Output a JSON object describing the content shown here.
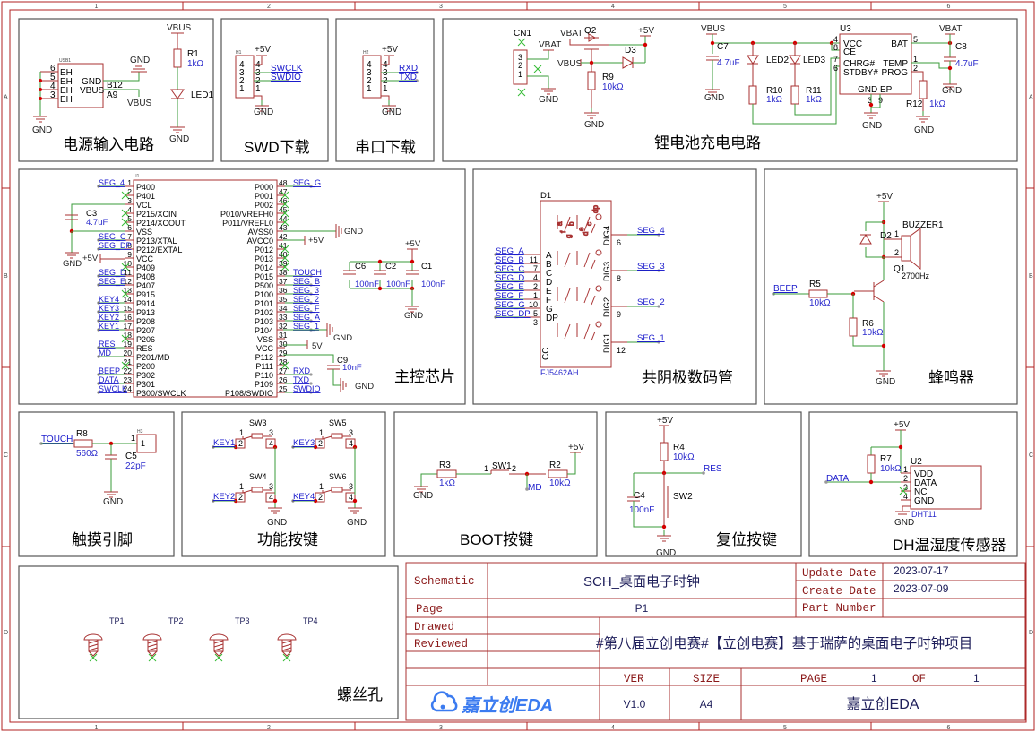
{
  "frame": {
    "col_labels": [
      "1",
      "2",
      "3",
      "4",
      "5",
      "6"
    ],
    "row_labels": [
      "A",
      "B",
      "C",
      "D"
    ]
  },
  "colors": {
    "border": "#b22222",
    "wire": "#3a9b3a",
    "net_label": "#1a1acc",
    "component": "#a83232",
    "text": "#000000",
    "junction": "#d40000",
    "noconnect": "#33bb33",
    "value_text": "#2a2acc"
  },
  "sections": {
    "power_input": {
      "title": "电源输入电路",
      "usb_ref": "USB1",
      "usb_pins_left": [
        {
          "num": "6",
          "name": "EH"
        },
        {
          "num": "5",
          "name": "EH"
        },
        {
          "num": "4",
          "name": "EH"
        },
        {
          "num": "3",
          "name": "EH"
        }
      ],
      "usb_pins_right": [
        {
          "name": "GND",
          "num": "B12"
        },
        {
          "name": "VBUS",
          "num": "A9"
        }
      ],
      "gnd": "GND",
      "vbus": "VBUS",
      "r1_ref": "R1",
      "r1_val": "1kΩ",
      "led_ref": "LED1"
    },
    "swd": {
      "title": "SWD下载",
      "header_ref": "H1",
      "pins": [
        "4",
        "3",
        "2",
        "1"
      ],
      "nets": [
        "SWCLK",
        "SWDIO"
      ],
      "pwr": "+5V",
      "gnd": "GND"
    },
    "uart": {
      "title": "串口下载",
      "header_ref": "H2",
      "pins": [
        "4",
        "3",
        "2",
        "1"
      ],
      "nets": [
        "RXD",
        "TXD"
      ],
      "pwr": "+5V",
      "gnd": "GND"
    },
    "charger": {
      "title": "锂电池充电电路",
      "cn_ref": "CN1",
      "cn_pins": [
        "3",
        "2",
        "1"
      ],
      "vbat": "VBAT",
      "vbus": "VBUS",
      "p5v": "+5V",
      "gnd": "GND",
      "q2_ref": "Q2",
      "d3_ref": "D3",
      "r9_ref": "R9",
      "r9_val": "10kΩ",
      "c7_ref": "C7",
      "c7_val": "4.7uF",
      "led2_ref": "LED2",
      "led3_ref": "LED3",
      "r10_ref": "R10",
      "r10_val": "1kΩ",
      "r11_ref": "R11",
      "r11_val": "1kΩ",
      "u3_ref": "U3",
      "u3_left": [
        {
          "num": "4",
          "name": "VCC"
        },
        {
          "num": "8",
          "name": "CE"
        },
        {
          "num": "7",
          "name": "CHRG#"
        },
        {
          "num": "6",
          "name": "STDBY#"
        }
      ],
      "u3_right": [
        {
          "num": "5",
          "name": "BAT"
        },
        {
          "num": "1",
          "name": "TEMP"
        },
        {
          "num": "2",
          "name": "PROG"
        }
      ],
      "u3_bottom": "GND EP",
      "u3_bottom_pins": [
        "3",
        "9"
      ],
      "c8_ref": "C8",
      "c8_val": "4.7uF",
      "r12_ref": "R12",
      "r12_val": "1kΩ"
    },
    "mcu": {
      "title": "主控芯片",
      "ref": "U1",
      "left_pins": [
        {
          "num": "1",
          "name": "P400",
          "net": "SEG_4"
        },
        {
          "num": "2",
          "name": "P401",
          "net": ""
        },
        {
          "num": "3",
          "name": "VCL",
          "net": ""
        },
        {
          "num": "4",
          "name": "P215/XCIN",
          "net": ""
        },
        {
          "num": "5",
          "name": "P214/XCOUT",
          "net": ""
        },
        {
          "num": "6",
          "name": "VSS",
          "net": ""
        },
        {
          "num": "7",
          "name": "P213/XTAL",
          "net": "SEG_C"
        },
        {
          "num": "8",
          "name": "P212/EXTAL",
          "net": "SEG_DP"
        },
        {
          "num": "9",
          "name": "VCC",
          "net": ""
        },
        {
          "num": "10",
          "name": "P409",
          "net": ""
        },
        {
          "num": "11",
          "name": "P408",
          "net": "SEG_D"
        },
        {
          "num": "12",
          "name": "P407",
          "net": "SEG_E"
        },
        {
          "num": "13",
          "name": "P915",
          "net": ""
        },
        {
          "num": "14",
          "name": "P914",
          "net": "KEY4"
        },
        {
          "num": "15",
          "name": "P913",
          "net": "KEY3"
        },
        {
          "num": "16",
          "name": "P208",
          "net": "KEY2"
        },
        {
          "num": "17",
          "name": "P207",
          "net": "KEY1"
        },
        {
          "num": "18",
          "name": "P206",
          "net": ""
        },
        {
          "num": "19",
          "name": "RES",
          "net": "RES"
        },
        {
          "num": "20",
          "name": "P201/MD",
          "net": "MD"
        },
        {
          "num": "21",
          "name": "P200",
          "net": ""
        },
        {
          "num": "22",
          "name": "P302",
          "net": "BEEP"
        },
        {
          "num": "23",
          "name": "P301",
          "net": "DATA"
        },
        {
          "num": "24",
          "name": "P300/SWCLK",
          "net": "SWCLK"
        }
      ],
      "right_pins": [
        {
          "num": "48",
          "name": "P000",
          "net": "SEG_G"
        },
        {
          "num": "47",
          "name": "P001",
          "net": ""
        },
        {
          "num": "46",
          "name": "P002",
          "net": ""
        },
        {
          "num": "45",
          "name": "P010/VREFH0",
          "net": ""
        },
        {
          "num": "44",
          "name": "P011/VREFL0",
          "net": ""
        },
        {
          "num": "43",
          "name": "AVSS0",
          "net": ""
        },
        {
          "num": "42",
          "name": "AVCC0",
          "net": ""
        },
        {
          "num": "41",
          "name": "P012",
          "net": ""
        },
        {
          "num": "40",
          "name": "P013",
          "net": ""
        },
        {
          "num": "39",
          "name": "P014",
          "net": ""
        },
        {
          "num": "38",
          "name": "P015",
          "net": "TOUCH"
        },
        {
          "num": "37",
          "name": "P500",
          "net": "SEG_B"
        },
        {
          "num": "36",
          "name": "P100",
          "net": "SEG_3"
        },
        {
          "num": "35",
          "name": "P101",
          "net": "SEG_2"
        },
        {
          "num": "34",
          "name": "P102",
          "net": "SEG_F"
        },
        {
          "num": "33",
          "name": "P103",
          "net": "SEG_A"
        },
        {
          "num": "32",
          "name": "P104",
          "net": "SEG_1"
        },
        {
          "num": "31",
          "name": "VSS",
          "net": ""
        },
        {
          "num": "30",
          "name": "VCC",
          "net": ""
        },
        {
          "num": "29",
          "name": "P112",
          "net": ""
        },
        {
          "num": "28",
          "name": "P111",
          "net": ""
        },
        {
          "num": "27",
          "name": "P110",
          "net": "RXD"
        },
        {
          "num": "26",
          "name": "P109",
          "net": "TXD"
        },
        {
          "num": "25",
          "name": "P108/SWDIO",
          "net": "SWDIO"
        }
      ],
      "c3_ref": "C3",
      "c3_val": "4.7uF",
      "c6_ref": "C6",
      "c6_val": "100nF",
      "c2_ref": "C2",
      "c2_val": "100nF",
      "c1_ref": "C1",
      "c1_val": "100nF",
      "c9_ref": "C9",
      "c9_val": "10nF",
      "gnd": "GND",
      "p5v": "+5V",
      "p5v_short": "5V"
    },
    "display": {
      "title": "共阴极数码管",
      "ref": "D1",
      "part": "FJ5462AH",
      "cc": "CC",
      "seg_pins": [
        {
          "net": "SEG_A",
          "num": "11",
          "name": "A"
        },
        {
          "net": "SEG_B",
          "num": "7",
          "name": "B"
        },
        {
          "net": "SEG_C",
          "num": "4",
          "name": "C"
        },
        {
          "net": "SEG_D",
          "num": "2",
          "name": "D"
        },
        {
          "net": "SEG_E",
          "num": "1",
          "name": "E"
        },
        {
          "net": "SEG_F",
          "num": "10",
          "name": "F"
        },
        {
          "net": "SEG_G",
          "num": "5",
          "name": "G"
        },
        {
          "net": "SEG_DP",
          "num": "3",
          "name": "DP"
        }
      ],
      "dig_pins": [
        {
          "name": "DIG4",
          "num": "6",
          "net": "SEG_4"
        },
        {
          "name": "DIG3",
          "num": "8",
          "net": "SEG_3"
        },
        {
          "name": "DIG2",
          "num": "9",
          "net": "SEG_2"
        },
        {
          "name": "DIG1",
          "num": "12",
          "net": "SEG_1"
        }
      ],
      "seg_letters": [
        "a",
        "f",
        "g",
        "b",
        "e",
        "d",
        "c",
        "dp"
      ]
    },
    "buzzer": {
      "title": "蜂鸣器",
      "p5v": "+5V",
      "gnd": "GND",
      "net": "BEEP",
      "buzzer_ref": "BUZZER1",
      "freq": "2700Hz",
      "d2_ref": "D2",
      "q1_ref": "Q1",
      "r5_ref": "R5",
      "r5_val": "10kΩ",
      "r6_ref": "R6",
      "r6_val": "10kΩ",
      "pin1": "1",
      "pin2": "2"
    },
    "touch": {
      "title": "触摸引脚",
      "net": "TOUCH",
      "r8_ref": "R8",
      "r8_val": "560Ω",
      "c5_ref": "C5",
      "c5_val": "22pF",
      "h_ref": "H3",
      "pin": "1",
      "gnd": "GND"
    },
    "keys": {
      "title": "功能按键",
      "switches": [
        {
          "ref": "SW3",
          "net": "KEY1"
        },
        {
          "ref": "SW5",
          "net": "KEY3"
        },
        {
          "ref": "SW4",
          "net": "KEY2"
        },
        {
          "ref": "SW6",
          "net": "KEY4"
        }
      ],
      "pins": [
        "1",
        "3",
        "2",
        "4"
      ],
      "gnd": "GND"
    },
    "boot": {
      "title": "BOOT按键",
      "r3_ref": "R3",
      "r3_val": "1kΩ",
      "sw_ref": "SW1",
      "r2_ref": "R2",
      "r2_val": "10kΩ",
      "net": "MD",
      "p5v": "+5V",
      "gnd": "GND",
      "pin1": "1",
      "pin2": "2"
    },
    "reset": {
      "title": "复位按键",
      "p5v": "+5V",
      "r4_ref": "R4",
      "r4_val": "10kΩ",
      "net": "RES",
      "c4_ref": "C4",
      "c4_val": "100nF",
      "sw_ref": "SW2",
      "gnd": "GND"
    },
    "dht": {
      "title": "DH温湿度传感器",
      "p5v": "+5V",
      "r7_ref": "R7",
      "r7_val": "10kΩ",
      "net": "DATA",
      "u_ref": "U2",
      "part": "DHT11",
      "gnd": "GND",
      "pins": [
        {
          "num": "1",
          "name": "VDD"
        },
        {
          "num": "2",
          "name": "DATA"
        },
        {
          "num": "3",
          "name": "NC"
        },
        {
          "num": "4",
          "name": "GND"
        }
      ]
    },
    "screws": {
      "title": "螺丝孔",
      "items": [
        "TP1",
        "TP2",
        "TP3",
        "TP4"
      ]
    }
  },
  "title_block": {
    "schematic_label": "Schematic",
    "schematic_name": "SCH_桌面电子时钟",
    "update_label": "Update Date",
    "update_value": "2023-07-17",
    "create_label": "Create Date",
    "create_value": "2023-07-09",
    "page_label": "Page",
    "page_value": "P1",
    "part_label": "Part Number",
    "part_value": "",
    "drawed_label": "Drawed",
    "reviewed_label": "Reviewed",
    "description": "#第八届立创电赛#【立创电赛】基于瑞萨的桌面电子时钟项目",
    "ver_label": "VER",
    "ver_value": "V1.0",
    "size_label": "SIZE",
    "size_value": "A4",
    "pg_label": "PAGE",
    "pg_value": "1",
    "of_label": "OF",
    "of_value": "1",
    "logo_text": "嘉立创EDA",
    "company": "嘉立创EDA"
  }
}
